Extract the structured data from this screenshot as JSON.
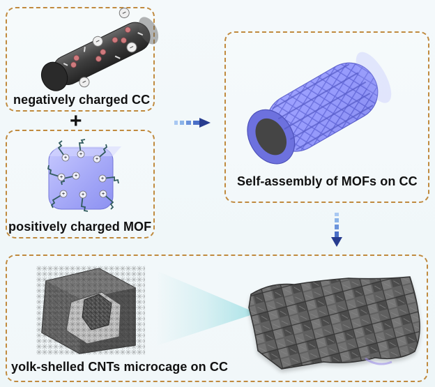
{
  "labels": {
    "negative_cc": "negatively charged CC",
    "plus": "+",
    "positive_mof": "positively charged MOF",
    "self_assembly": "Self-assembly of MOFs on CC",
    "yolk_shell": "yolk-shelled CNTs microcage on CC"
  },
  "colors": {
    "panel_border": "#c08a3e",
    "cc_dark": "#4a4a4a",
    "mof_purple": "#8b8ef0",
    "mof_dark": "#5c5fcf",
    "arrow_dark": "#273c8f",
    "arrow_light": "#8bb3e8",
    "mesh_gray": "#5b5b5b",
    "beam_cyan": "#79d4da"
  }
}
